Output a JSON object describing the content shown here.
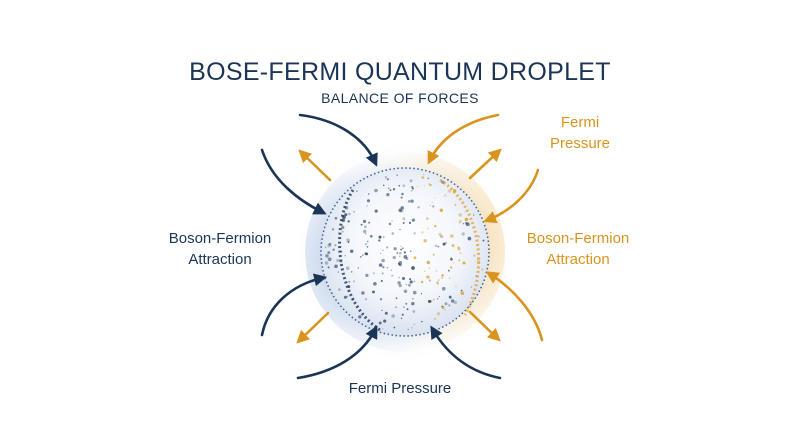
{
  "title": "BOSE-FERMI QUANTUM DROPLET",
  "subtitle": "BALANCE OF FORCES",
  "labels": {
    "left_attraction_line1": "Boson-Fermion",
    "left_attraction_line2": "Attraction",
    "right_attraction_line1": "Boson-Fermion",
    "right_attraction_line2": "Attraction",
    "top_pressure_line1": "Fermi",
    "top_pressure_line2": "Pressure",
    "bottom_pressure": "Fermi Pressure"
  },
  "colors": {
    "navy": "#1c3557",
    "gold": "#d9941f"
  }
}
